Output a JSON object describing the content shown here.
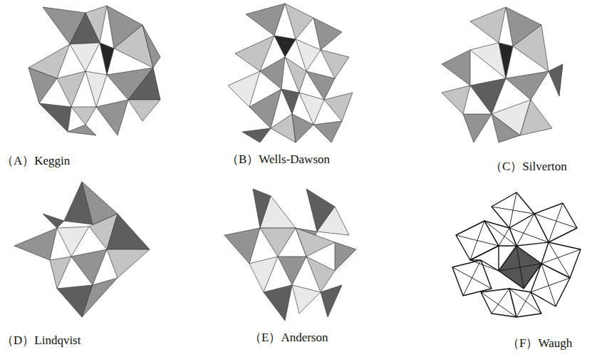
{
  "diagram": {
    "labels": [
      "（A）Keggin",
      "（B）Wells-Dawson",
      "（C）Silverton",
      "（D）Lindqvist",
      "（E）Anderson",
      "（F）Waugh"
    ]
  }
}
